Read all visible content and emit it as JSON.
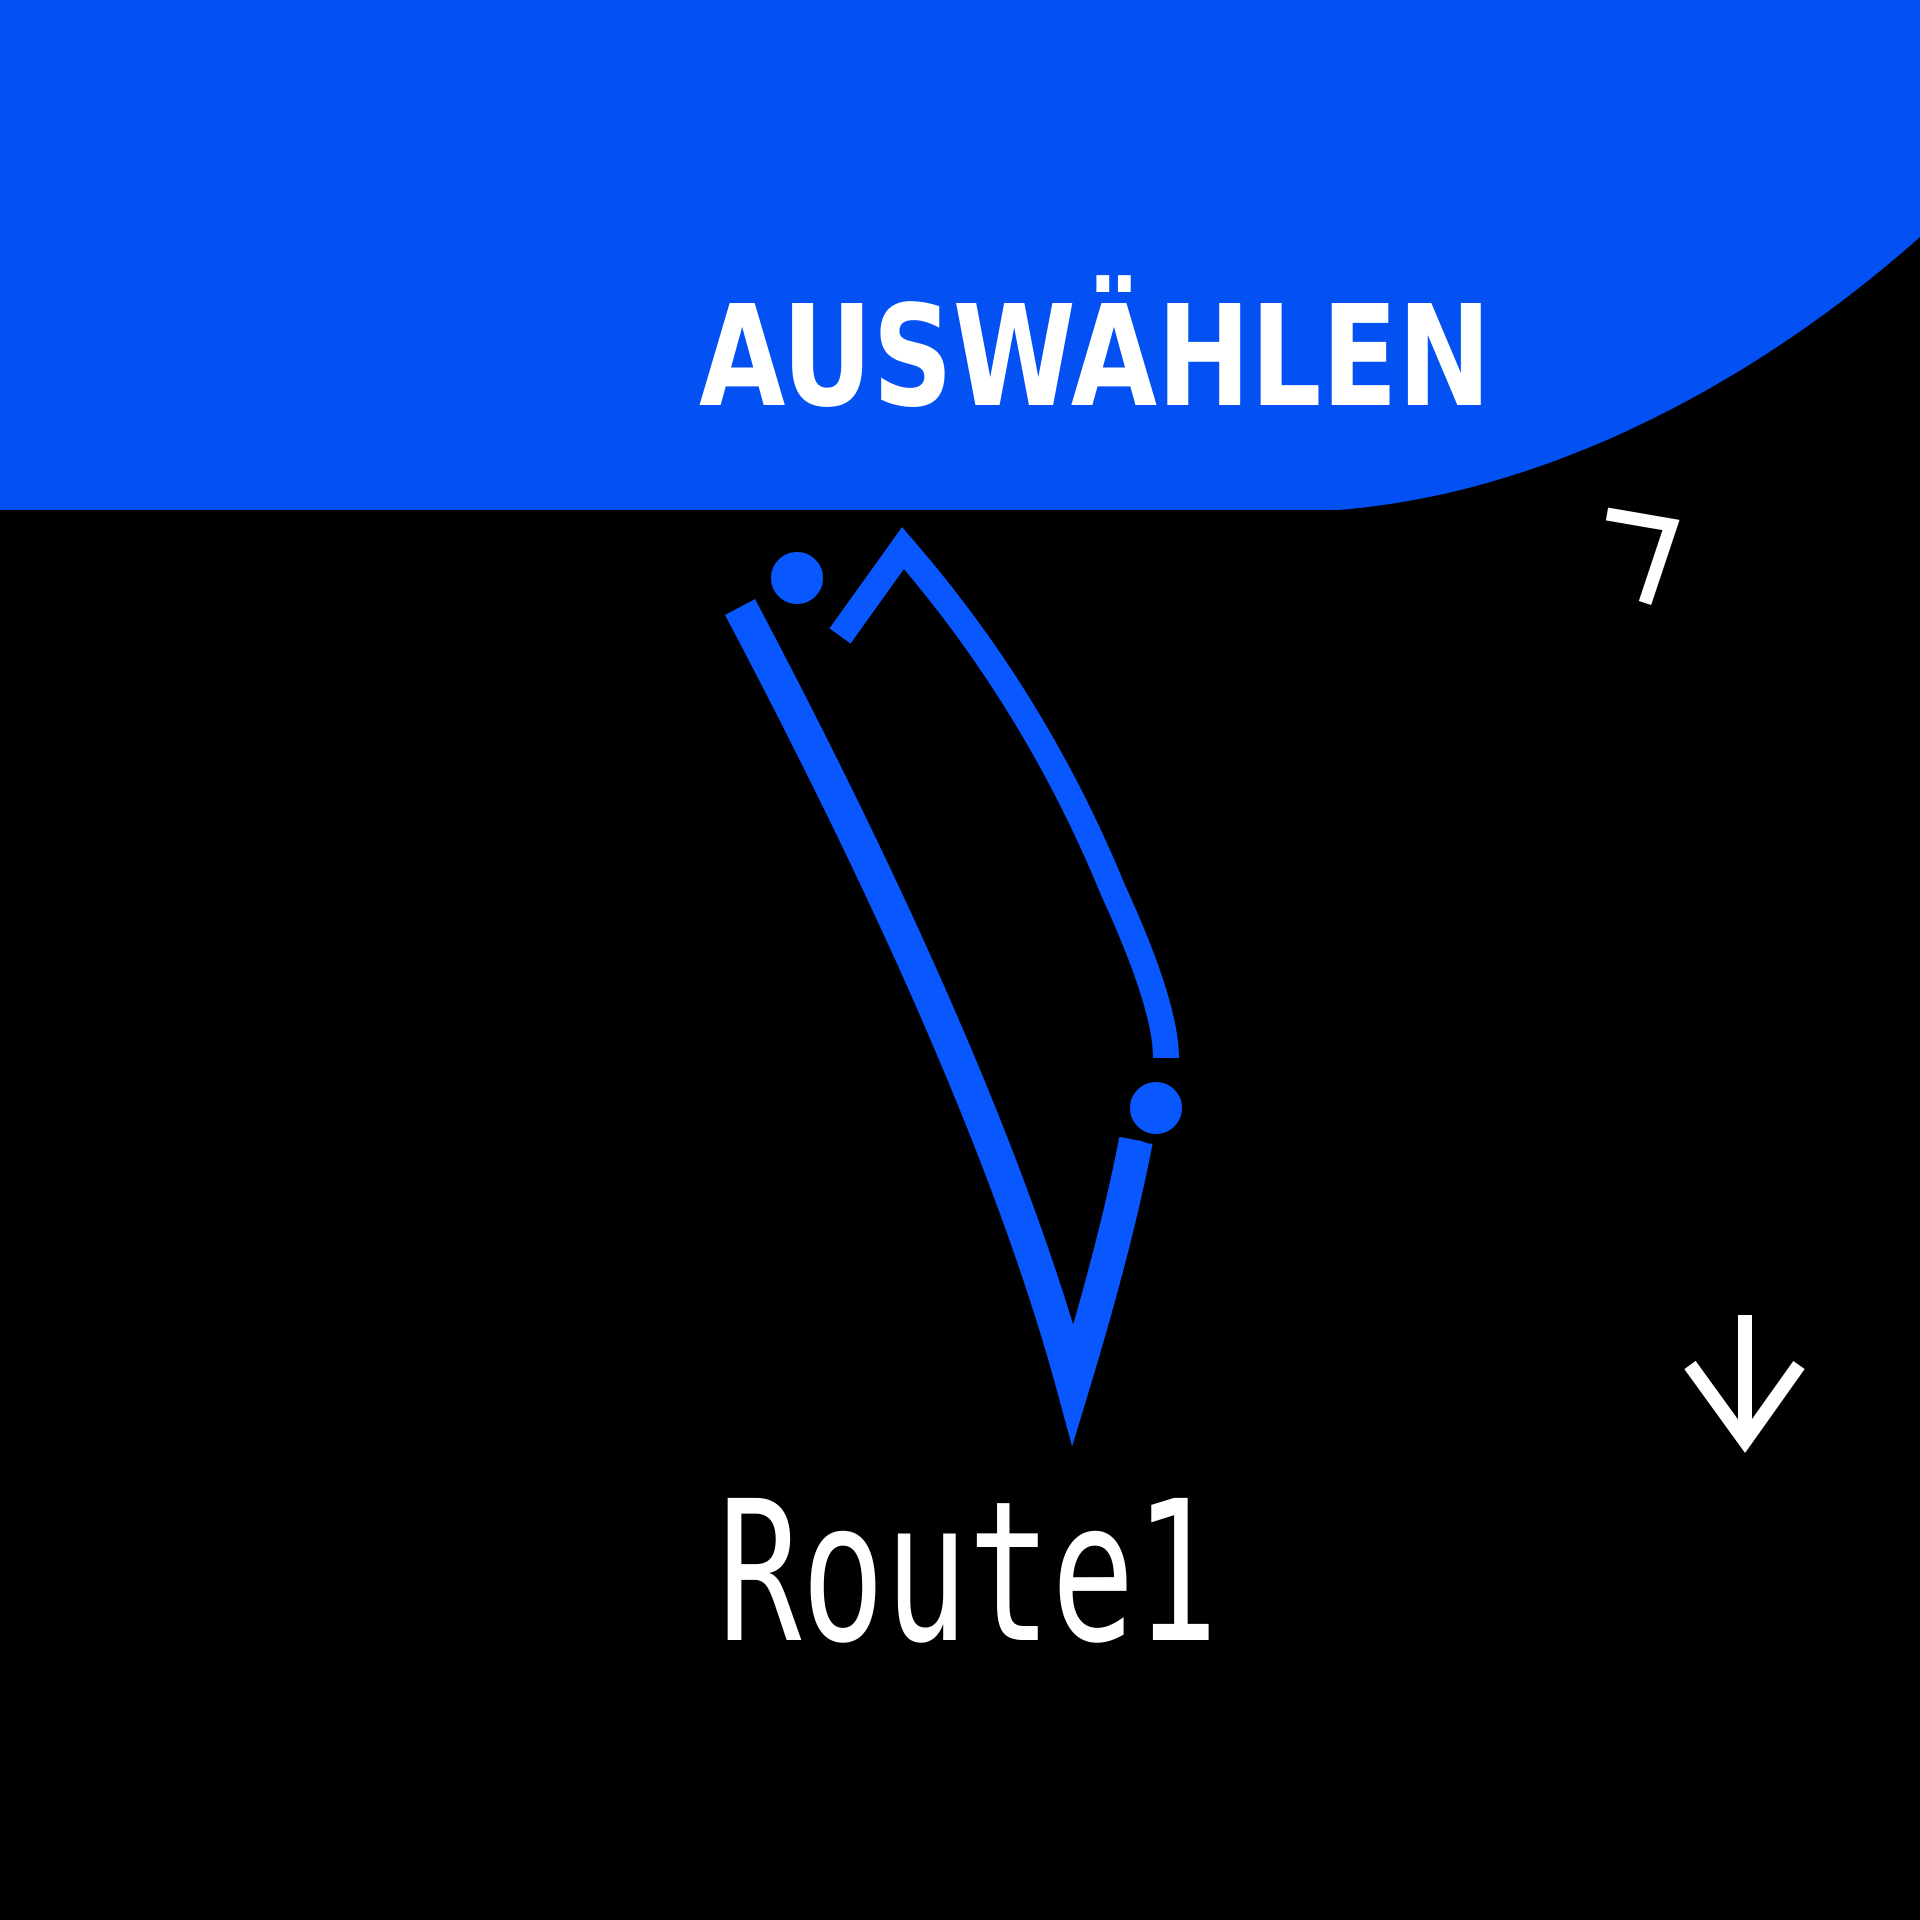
{
  "screen": {
    "action_label": "AUSWÄHLEN",
    "route_name": "Route1"
  },
  "icons": {
    "top_right": "up-right-arrow",
    "bottom_right": "down-arrow",
    "route_start": "start-dot",
    "route_end": "end-dot"
  },
  "colors": {
    "background": "#000000",
    "banner": "#0351F2",
    "route": "#0857FF",
    "text": "#FFFFFF"
  }
}
